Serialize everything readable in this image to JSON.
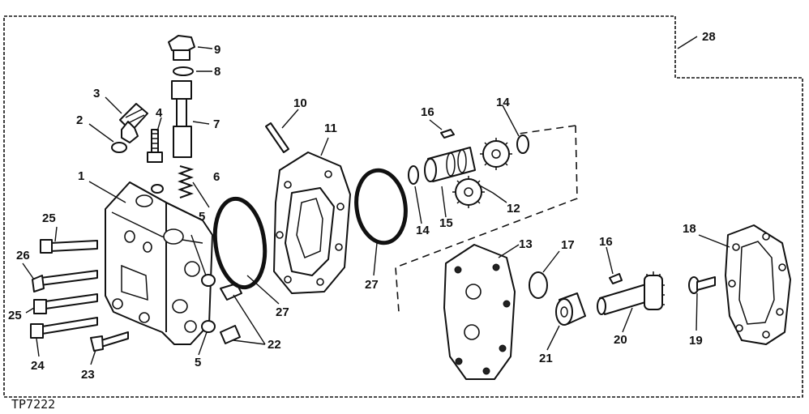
{
  "figure_ref": "TP7222",
  "callouts": {
    "c1": "1",
    "c2": "2",
    "c3": "3",
    "c4": "4",
    "c5a": "5",
    "c5b": "5",
    "c6": "6",
    "c7": "7",
    "c8": "8",
    "c9": "9",
    "c10": "10",
    "c11": "11",
    "c12": "12",
    "c13": "13",
    "c14a": "14",
    "c14b": "14",
    "c15": "15",
    "c16a": "16",
    "c16b": "16",
    "c17": "17",
    "c18": "18",
    "c19": "19",
    "c20": "20",
    "c21": "21",
    "c22": "22",
    "c23": "23",
    "c24": "24",
    "c25a": "25",
    "c25b": "25",
    "c26": "26",
    "c27a": "27",
    "c27b": "27",
    "c28": "28"
  }
}
